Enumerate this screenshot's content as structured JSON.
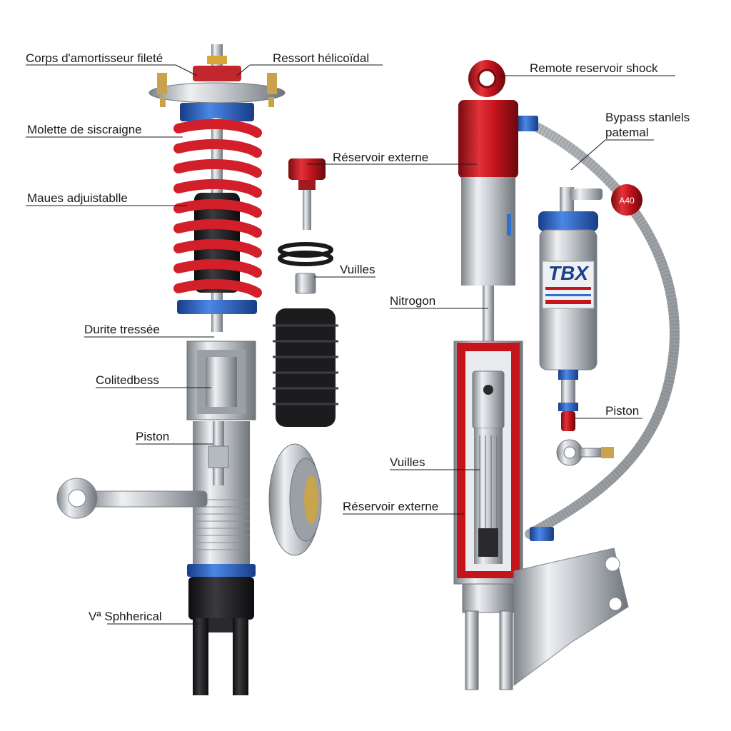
{
  "labels": {
    "left": {
      "corps": "Corps d'amortisseur fileté",
      "ressort": "Ressort hélicoïdal",
      "molette": "Molette de siscraigne",
      "maues": "Maues adjuistablle",
      "durite": "Durite tressée",
      "colited": "Colitedbess",
      "piston": "Piston",
      "spherical": "Vª Sphherical"
    },
    "middle": {
      "reservoir": "Réservoir externe",
      "vuilles": "Vuilles"
    },
    "right": {
      "remote": "Remote reservoir shock",
      "bypass_line1": "Bypass stanlels",
      "bypass_line2": "patemal",
      "nitrogen": "Nitrogon",
      "piston": "Piston",
      "vuilles": "Vuilles",
      "reservoir": "Réservoir externe"
    }
  },
  "reservoir_brand": "TBX",
  "knob_text": "A40",
  "colors": {
    "spring_red": "#d21f2a",
    "metal_light": "#dcdfe3",
    "metal_dark": "#8b9096",
    "anodized_blue": "#2f6fd1",
    "rubber_black": "#1c1c1e",
    "body_red": "#c5141c"
  }
}
